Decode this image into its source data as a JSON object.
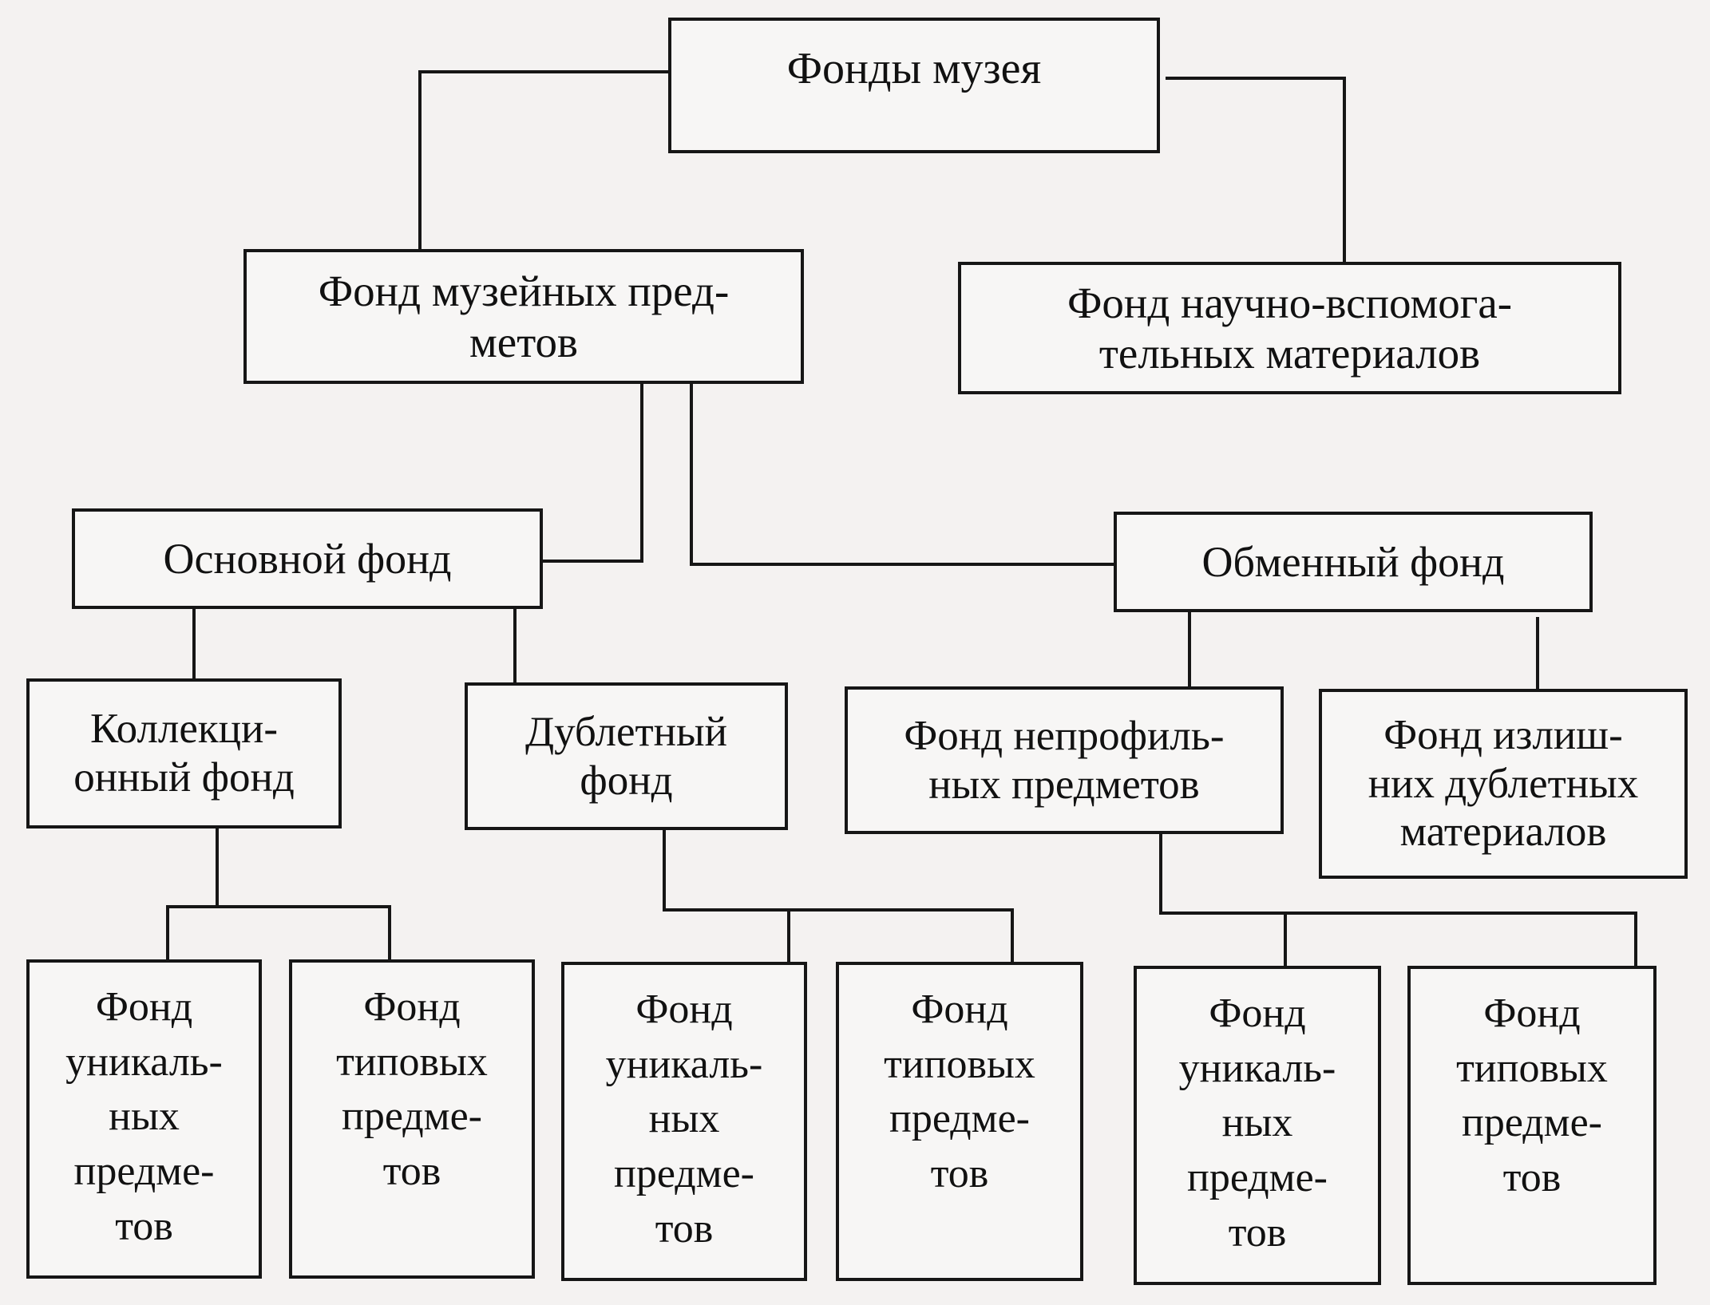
{
  "diagram": {
    "root": {
      "lines": [
        "Фонды музея"
      ]
    },
    "museum_items": {
      "lines": [
        "Фонд музейных пред-",
        "метов"
      ]
    },
    "auxiliary": {
      "lines": [
        "Фонд научно-вспомога-",
        "тельных материалов"
      ]
    },
    "main_fund": {
      "lines": [
        "Основной фонд"
      ]
    },
    "exchange_fund": {
      "lines": [
        "Обменный фонд"
      ]
    },
    "collection_fund": {
      "lines": [
        "Коллекци-",
        "онный фонд"
      ]
    },
    "duplicate_fund": {
      "lines": [
        "Дублетный",
        "фонд"
      ]
    },
    "nonprofile_fund": {
      "lines": [
        "Фонд непрофиль-",
        "ных предметов"
      ]
    },
    "surplus_fund": {
      "lines": [
        "Фонд излиш-",
        "них дублетных",
        "материалов"
      ]
    },
    "leaf_unique_1": {
      "lines": [
        "Фонд",
        "уникаль-",
        "ных",
        "предме-",
        "тов"
      ]
    },
    "leaf_typical_1": {
      "lines": [
        "Фонд",
        "типовых",
        "предме-",
        "тов"
      ]
    },
    "leaf_unique_2": {
      "lines": [
        "Фонд",
        "уникаль-",
        "ных",
        "предме-",
        "тов"
      ]
    },
    "leaf_typical_2": {
      "lines": [
        "Фонд",
        "типовых",
        "предме-",
        "тов"
      ]
    },
    "leaf_unique_3": {
      "lines": [
        "Фонд",
        "уникаль-",
        "ных",
        "предме-",
        "тов"
      ]
    },
    "leaf_typical_3": {
      "lines": [
        "Фонд",
        "типовых",
        "предме-",
        "тов"
      ]
    }
  }
}
